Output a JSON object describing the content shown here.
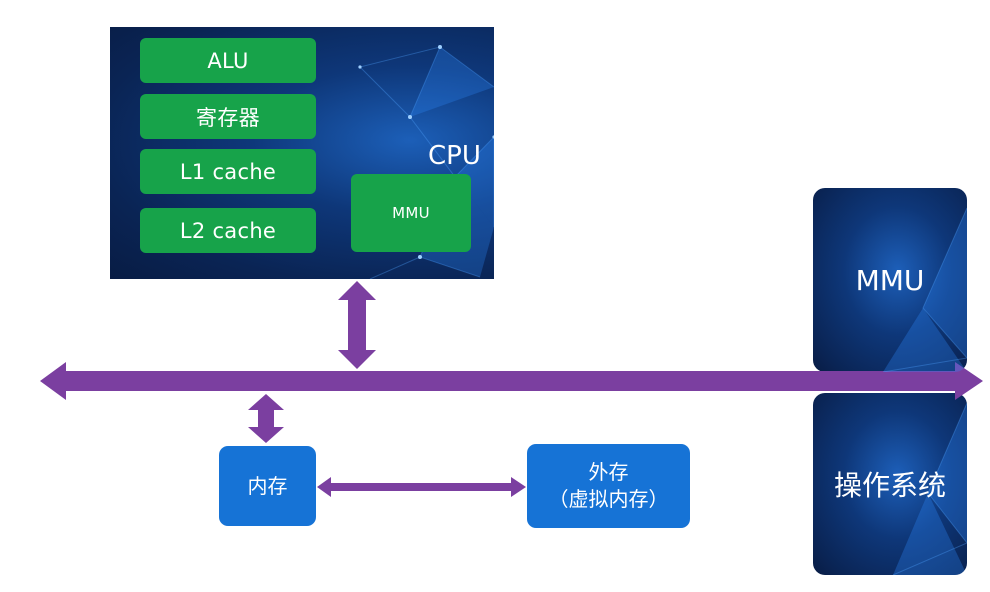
{
  "cpu": {
    "label": "CPU",
    "units": [
      "ALU",
      "寄存器",
      "L1 cache",
      "L2 cache"
    ],
    "mmu": "MMU"
  },
  "side": {
    "mmu": "MMU",
    "os": "操作系统"
  },
  "memory": {
    "main": "内存",
    "external_line1": "外存",
    "external_line2": "（虚拟内存）"
  },
  "colors": {
    "bus": "#7b3fa0",
    "unit_green": "#17a34a",
    "memory_blue": "#1673d6",
    "panel_navy": "#0a2454"
  }
}
